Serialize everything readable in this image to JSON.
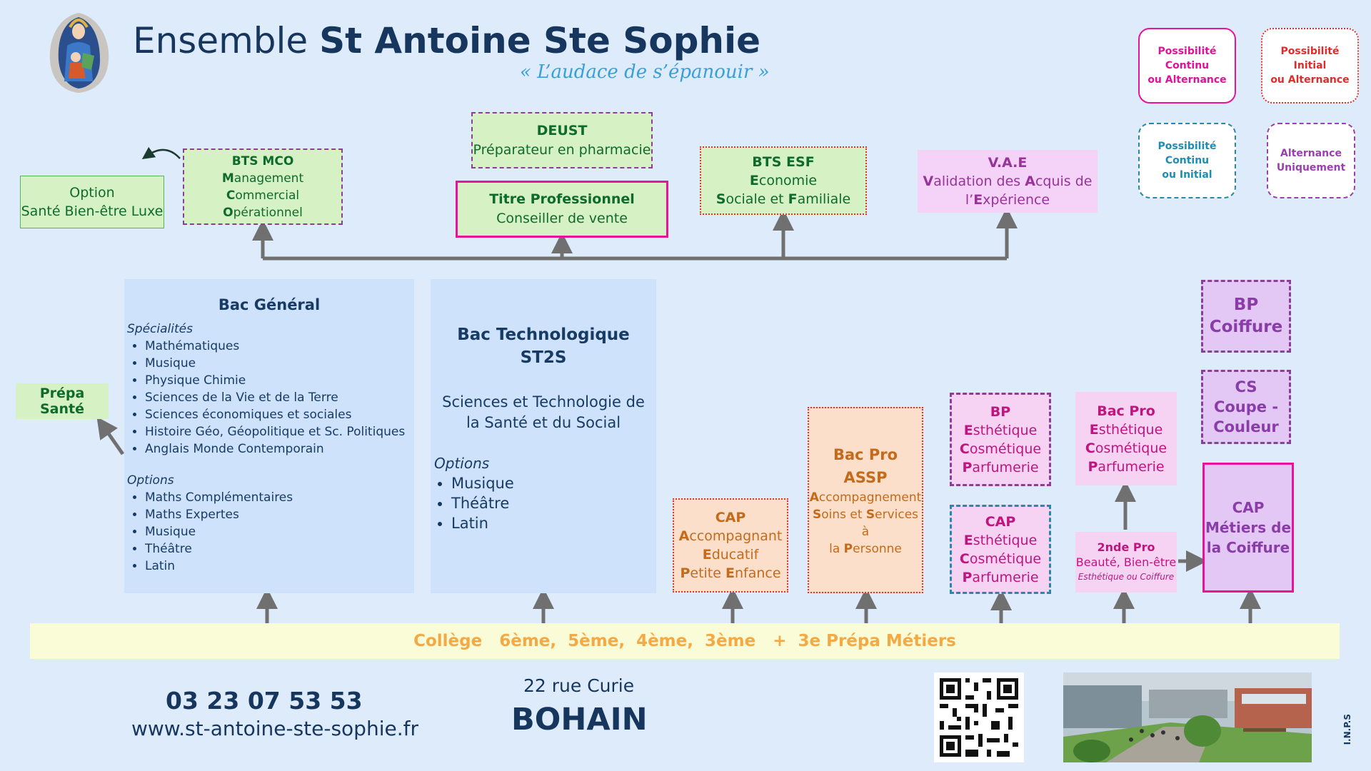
{
  "header": {
    "title_prefix": "Ensemble",
    "title_main": "St Antoine Ste Sophie",
    "slogan": "« L’audace de s’épanouir »",
    "logo_icon": "virgin-and-child-icon"
  },
  "legend": {
    "continu_alternance": [
      "Possibilité",
      "Continu",
      "ou Alternance"
    ],
    "initial_alternance": [
      "Possibilité",
      "Initial",
      "ou Alternance"
    ],
    "continu_initial": [
      "Possibilité",
      "Continu",
      "ou Initial"
    ],
    "alternance_only": [
      "Alternance",
      "Uniquement"
    ]
  },
  "higher": {
    "option_sante": [
      "Option",
      "Santé Bien-être Luxe"
    ],
    "bts_mco": {
      "title": "BTS MCO",
      "lines": [
        {
          "initial": "M",
          "rest": "anagement ",
          "initial2": "C",
          "rest2": "ommercial"
        },
        {
          "initial": "O",
          "rest": "pérationnel",
          "initial2": "",
          "rest2": ""
        }
      ]
    },
    "deust": {
      "title": "DEUST",
      "subtitle": "Préparateur en pharmacie"
    },
    "titre_pro": {
      "title": "Titre Professionnel",
      "subtitle": "Conseiller de vente"
    },
    "bts_esf": {
      "title": "BTS ESF",
      "line1": {
        "initial": "E",
        "rest": "conomie"
      },
      "line2": {
        "initial": "S",
        "rest": "ociale et ",
        "initial2": "F",
        "rest2": "amiliale"
      }
    },
    "vae": {
      "title": "V.A.E",
      "line1": {
        "initial": "V",
        "rest": "alidation des ",
        "initial2": "A",
        "rest2": "cquis de"
      },
      "line2": {
        "pre": "l’",
        "initial": "E",
        "rest": "xpérience"
      }
    }
  },
  "prepa_sante": "Prépa Santé",
  "bac_general": {
    "title": "Bac Général",
    "specialites_label": "Spécialités",
    "specialites": [
      "Mathématiques",
      "Musique",
      "Physique Chimie",
      "Sciences de la Vie et de la Terre",
      "Sciences économiques et sociales",
      "Histoire Géo, Géopolitique et Sc. Politiques",
      "Anglais Monde Contemporain"
    ],
    "options_label": "Options",
    "options": [
      "Maths Complémentaires",
      "Maths Expertes",
      "Musique",
      "Théâtre",
      "Latin"
    ]
  },
  "bac_techno": {
    "title_line1": "Bac Technologique",
    "title_line2": "ST2S",
    "description": "Sciences et Technologie de la Santé et du Social",
    "options_label": "Options",
    "options": [
      "Musique",
      "Théâtre",
      "Latin"
    ]
  },
  "cap_aepe": {
    "title": "CAP",
    "lines": [
      [
        "A",
        "ccompagnant"
      ],
      [
        "E",
        "ducatif"
      ],
      [
        "P",
        "etite ",
        "E",
        "nfance"
      ]
    ]
  },
  "bac_assp": {
    "title": "Bac Pro ASSP",
    "line1": [
      "A",
      "ccompagnement"
    ],
    "line2": [
      "S",
      "oins et ",
      "S",
      "ervices à"
    ],
    "line3": [
      "la ",
      "P",
      "ersonne"
    ]
  },
  "bp_esthetique": {
    "title": "BP",
    "lines": [
      [
        "E",
        "sthétique"
      ],
      [
        "C",
        "osmétique"
      ],
      [
        "P",
        "arfumerie"
      ]
    ]
  },
  "cap_esthetique": {
    "title": "CAP",
    "lines": [
      [
        "E",
        "sthétique"
      ],
      [
        "C",
        "osmétique"
      ],
      [
        "P",
        "arfumerie"
      ]
    ]
  },
  "bac_pro_esthetique": {
    "title": "Bac Pro",
    "lines": [
      [
        "E",
        "sthétique"
      ],
      [
        "C",
        "osmétique"
      ],
      [
        "P",
        "arfumerie"
      ]
    ]
  },
  "seconde_pro": {
    "title": "2nde Pro",
    "subtitle": "Beauté, Bien-être",
    "note": "Esthétique ou Coiffure"
  },
  "bp_coiffure": {
    "line1": "BP",
    "line2": "Coiffure"
  },
  "cs_coupe": {
    "line1": "CS",
    "line2": "Coupe -",
    "line3": "Couleur"
  },
  "cap_coiffure": {
    "line1": "CAP",
    "line2": "Métiers de",
    "line3": "la Coiffure"
  },
  "college": "Collège   6ème,  5ème,  4ème,  3ème   +  3e Prépa Métiers",
  "footer": {
    "phone": "03 23 07 53 53",
    "website": "www.st-antoine-ste-sophie.fr",
    "street": "22 rue Curie",
    "city": "BOHAIN",
    "qr_icon": "qr-code-icon",
    "photo_icon": "school-courtyard-photo",
    "credit": "I.N.P.S"
  },
  "colors": {
    "background": "#ddebfb",
    "navy": "#17365d",
    "green": "#d6f2c5",
    "pink": "#f7d3f3",
    "orange": "#fcdfca",
    "violet": "#e3c8f5",
    "magenta_border": "#e8139a",
    "arrow": "#707070"
  }
}
